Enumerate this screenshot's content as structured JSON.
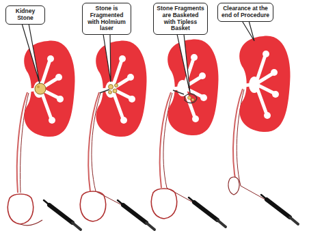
{
  "diagram": {
    "nodes": [
      {
        "text": [
          "Kidney Stone"
        ]
      },
      {
        "text": [
          "Stone is Fragmented with Holmium laser"
        ]
      },
      {
        "text": [
          "Stone Fragments are Basketed with Tipless Basket"
        ]
      },
      {
        "text": [
          "Clearance at the end of Procedure"
        ]
      }
    ]
  }
}
